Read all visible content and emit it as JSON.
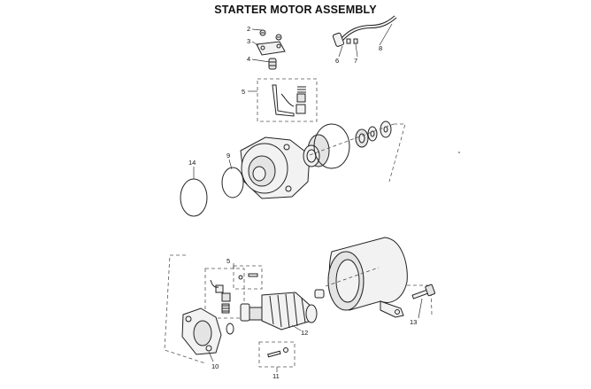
{
  "title": "STARTER MOTOR ASSEMBLY",
  "callouts": {
    "c1": "2",
    "c2": "3",
    "c3": "4",
    "c4": "5",
    "c5": "6",
    "c6": "7",
    "c7": "8",
    "c8": "9",
    "c9": "14",
    "c10": "5",
    "c11": "13",
    "c12": "12",
    "c13": "10",
    "c14": "11"
  }
}
